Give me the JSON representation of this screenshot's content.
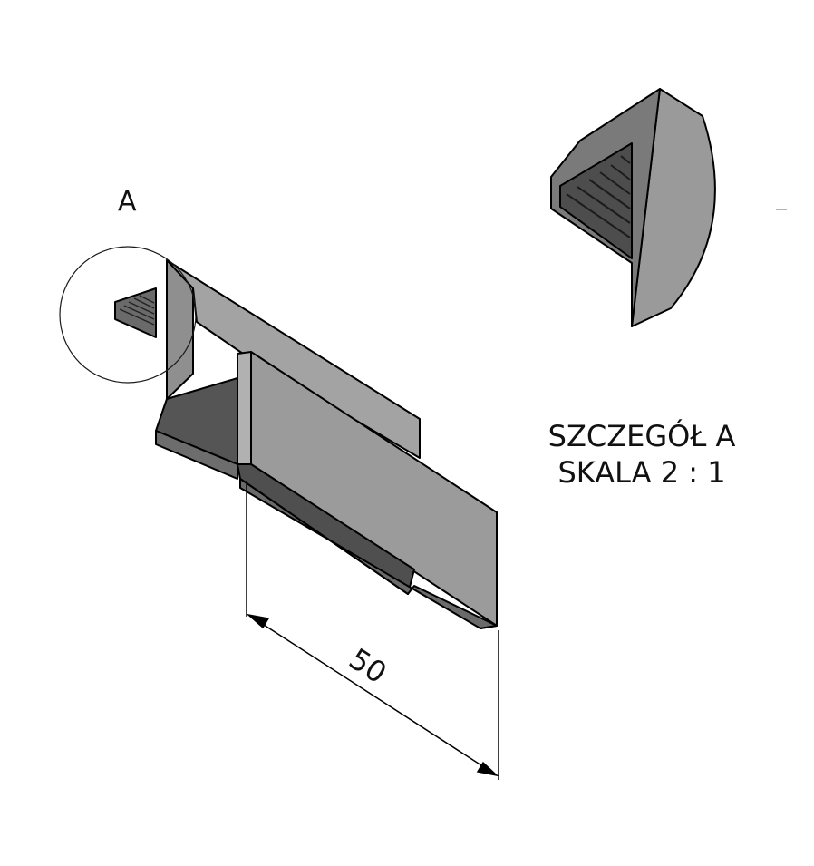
{
  "detail_marker": {
    "letter": "A"
  },
  "detail_title": {
    "line1": "SZCZEGÓŁ A",
    "line2": "SKALA 2 : 1"
  },
  "dimension": {
    "value": "50"
  },
  "colors": {
    "top_face": "#a6a6a6",
    "front_face": "#9a9a9a",
    "side_face": "#7c7c7c",
    "dark_face": "#5a5a5a",
    "edge": "#000000"
  }
}
